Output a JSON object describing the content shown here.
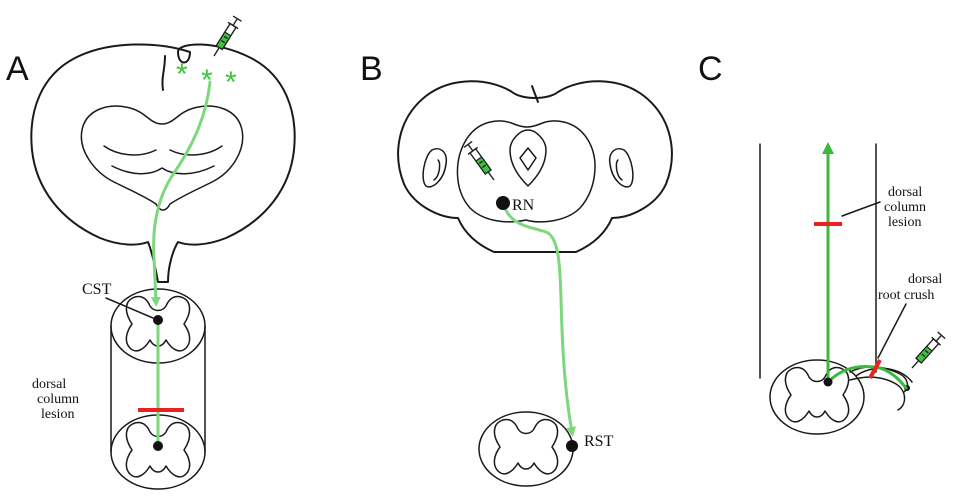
{
  "colors": {
    "tract": "#7dd87d",
    "tract_c": "#3cb83c",
    "lesion": "#e8221f",
    "injection": "#3cc43c"
  },
  "panels": {
    "a": {
      "letter": "A",
      "injection_marks": [
        "*",
        "*",
        "*"
      ],
      "label_cst": "CST",
      "label_lesion": [
        "dorsal",
        "column",
        "lesion"
      ]
    },
    "b": {
      "letter": "B",
      "label_rn": "RN",
      "label_rst": "RST"
    },
    "c": {
      "letter": "C",
      "label_lesion": [
        "dorsal",
        "column",
        "lesion"
      ],
      "label_crush": [
        "dorsal",
        "root crush"
      ]
    }
  }
}
